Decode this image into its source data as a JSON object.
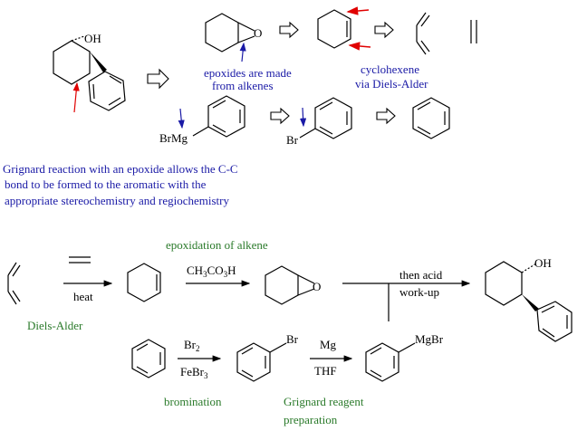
{
  "retro": {
    "oh_label": "OH",
    "epoxide_o": "O",
    "note_epoxides_line1": "epoxides are made",
    "note_epoxides_line2": "from alkenes",
    "note_cyclohexene_line1": "cyclohexene",
    "note_cyclohexene_line2": "via Diels-Alder",
    "brmg_label": "BrMg",
    "br_label": "Br",
    "summary_line1": "Grignard reaction with an epoxide allows the C-C",
    "summary_line2": "bond to be formed to the aromatic with the",
    "summary_line3": "appropriate stereochemistry and regiochemistry"
  },
  "synthesis": {
    "heat_label": "heat",
    "diels_alder_label": "Diels-Alder",
    "epoxidation_label": "epoxidation of alkene",
    "peracid_label": "CH",
    "peracid_sub1": "3",
    "peracid_mid": "CO",
    "peracid_sub2": "3",
    "peracid_end": "H",
    "epoxide_o": "O",
    "then_acid_label": "then acid",
    "workup_label": "work-up",
    "product_oh": "OH",
    "br2_label": "Br",
    "br2_sub": "2",
    "febr3_label": "FeBr",
    "febr3_sub": "3",
    "bromobenzene_br": "Br",
    "bromination_label": "bromination",
    "mg_label": "Mg",
    "thf_label": "THF",
    "mgbr_label": "MgBr",
    "grignard_line1": "Grignard reagent",
    "grignard_line2": "preparation"
  },
  "colors": {
    "blue_text": "#1a1aa6",
    "green_text": "#2a7a2a",
    "red_arrow": "#e00000",
    "blue_arrow": "#1a1aa6"
  }
}
